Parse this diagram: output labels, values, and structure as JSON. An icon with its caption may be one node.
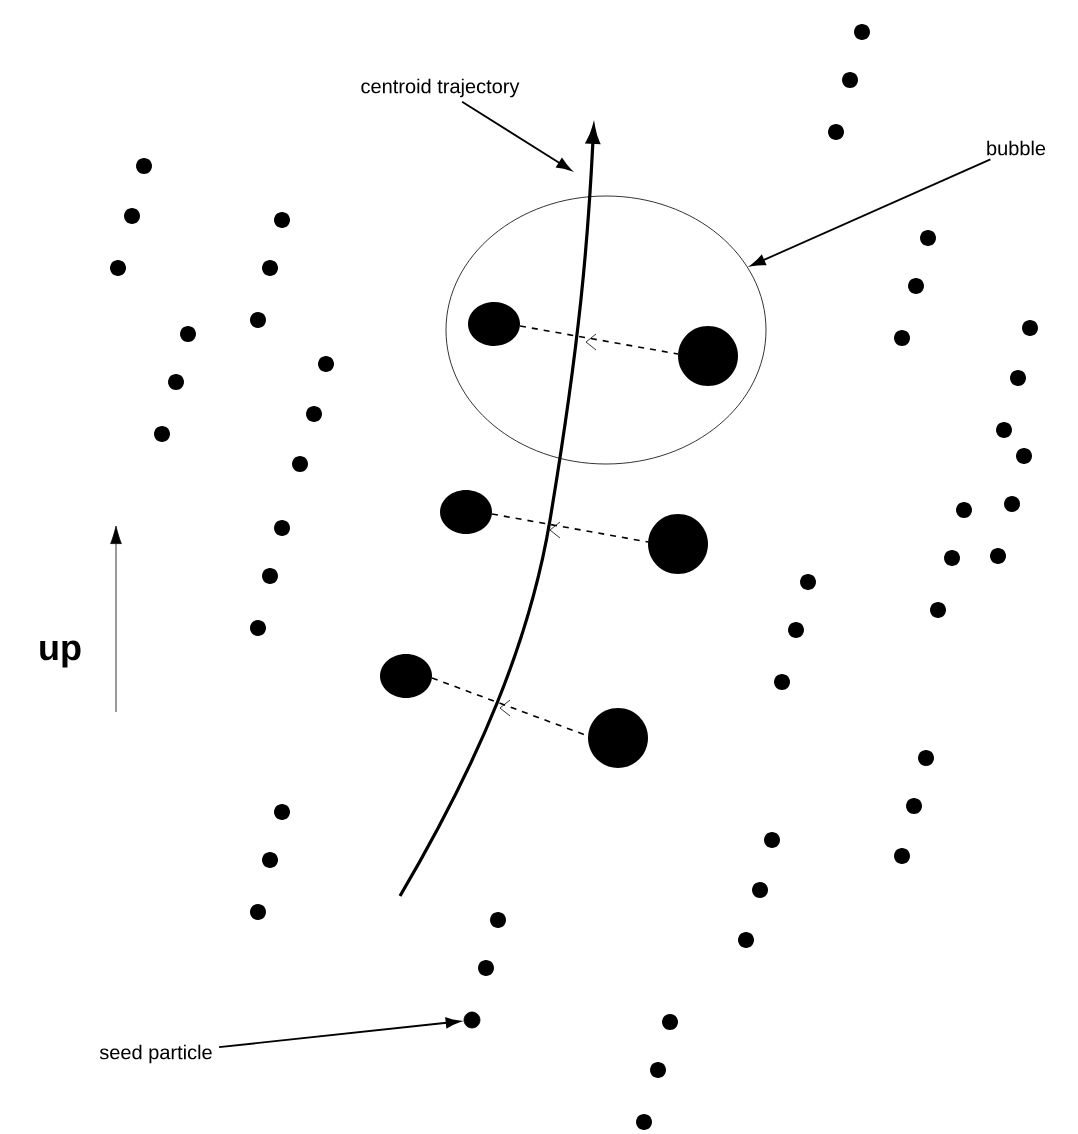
{
  "diagram": {
    "nodes": [
      {
        "text": [
          "centroid trajectory"
        ]
      },
      {
        "text": [
          "bubble"
        ]
      },
      {
        "text": [],
        "shape": "circle"
      },
      {
        "text": [
          "seed particle"
        ]
      },
      {
        "text": [],
        "shape": "circle"
      }
    ],
    "edges": [
      {
        "from": 0,
        "to": null,
        "arrow": "to"
      },
      {
        "from": 1,
        "to": 2,
        "arrow": "to"
      },
      {
        "from": 3,
        "to": 4,
        "arrow": "to"
      }
    ],
    "labels": [
      "up"
    ]
  }
}
